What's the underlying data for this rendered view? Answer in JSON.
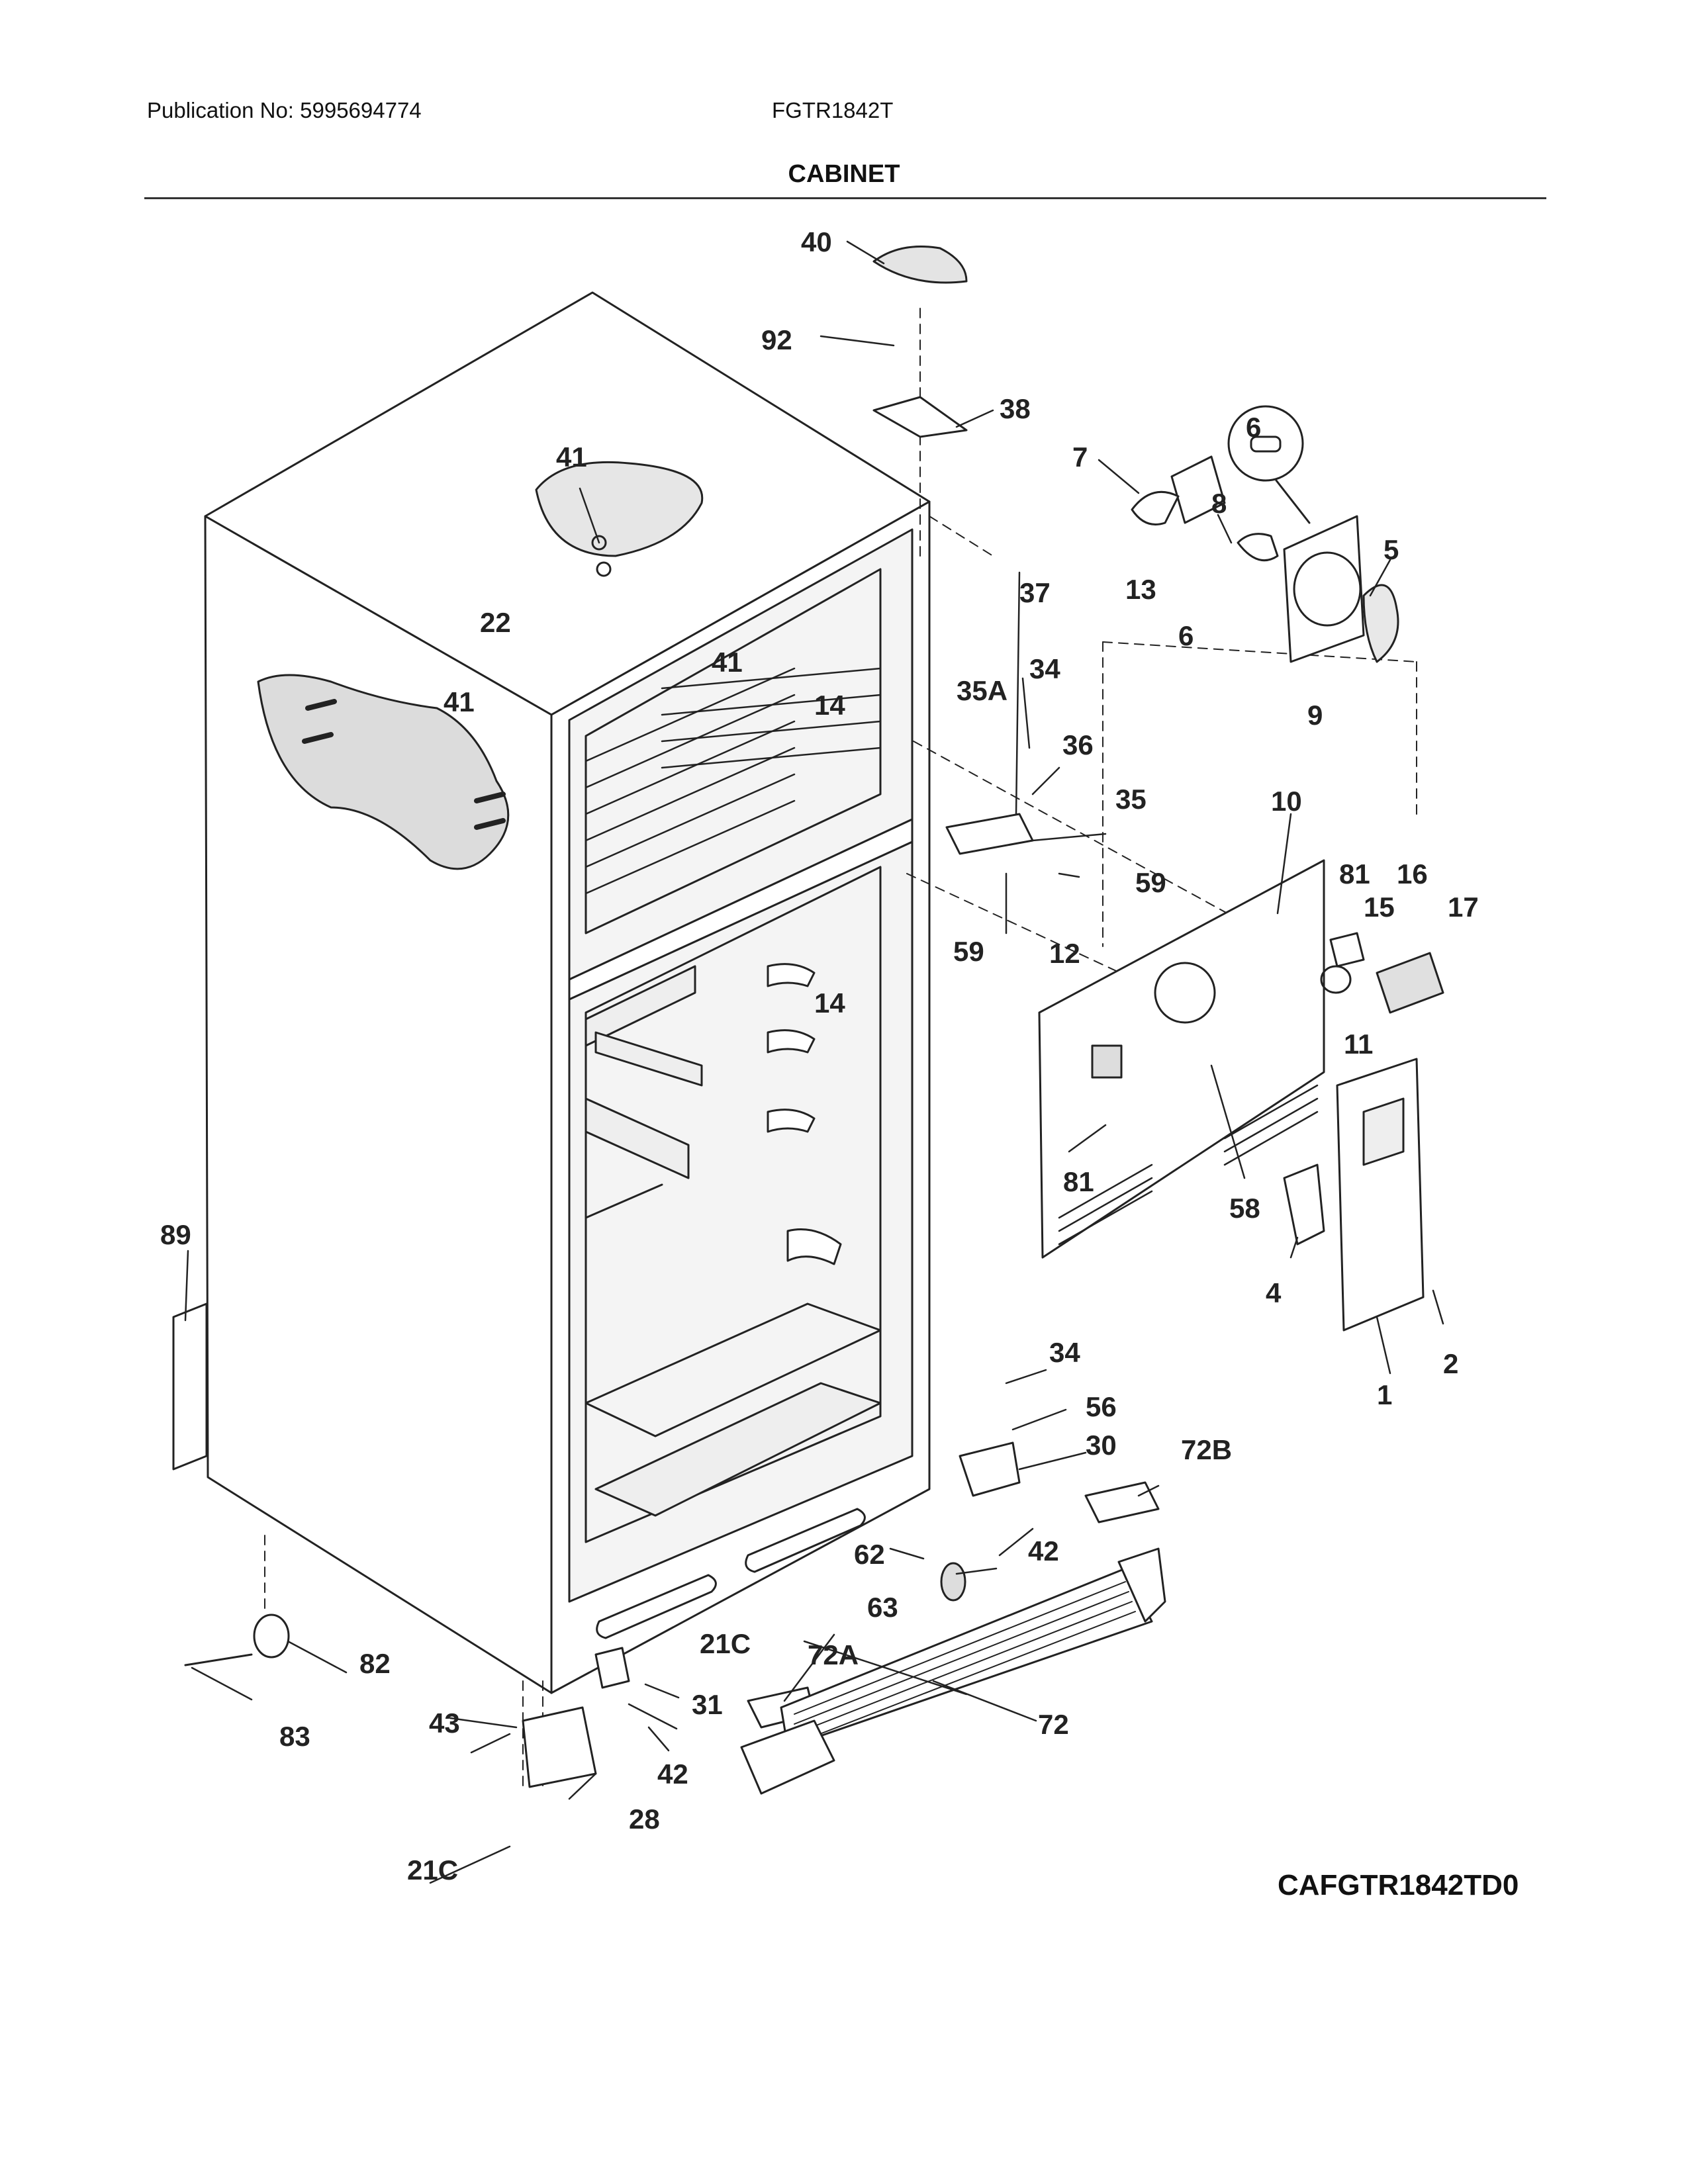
{
  "header": {
    "publication": "Publication No: 5995694774",
    "model": "FGTR1842T",
    "section": "CABINET"
  },
  "drawing_code": "CAFGTR1842TD0",
  "callouts": [
    "40",
    "92",
    "38",
    "7",
    "6",
    "8",
    "5",
    "13",
    "6",
    "9",
    "41",
    "22",
    "41",
    "41",
    "14",
    "37",
    "35A",
    "34",
    "36",
    "35",
    "59",
    "59",
    "14",
    "10",
    "81",
    "16",
    "15",
    "17",
    "12",
    "11",
    "81",
    "58",
    "4",
    "2",
    "1",
    "89",
    "34",
    "56",
    "30",
    "72B",
    "62",
    "42",
    "63",
    "21C",
    "72A",
    "31",
    "72",
    "82",
    "83",
    "43",
    "42",
    "28",
    "21C"
  ]
}
